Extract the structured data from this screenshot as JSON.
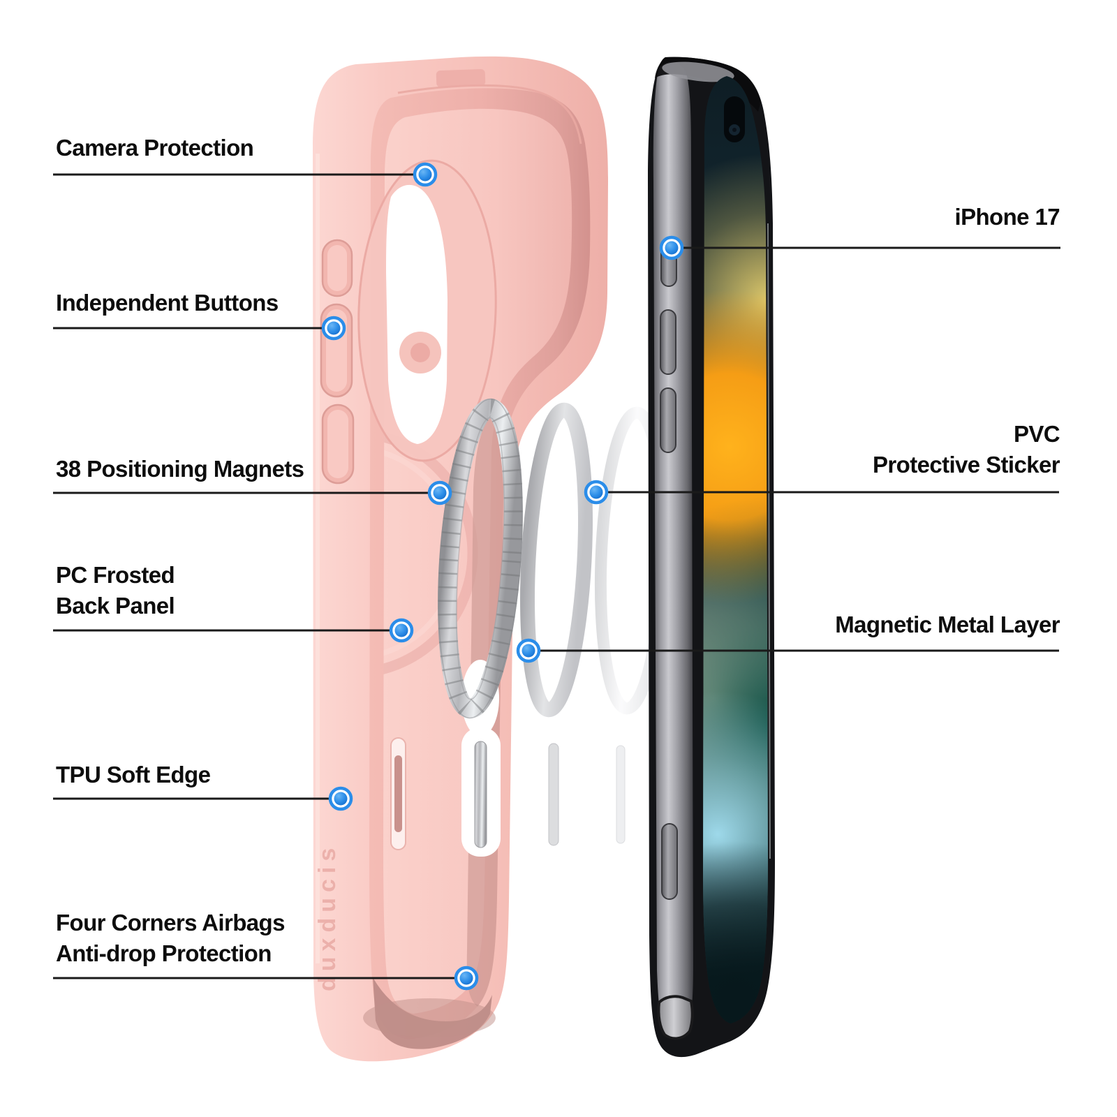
{
  "diagram": {
    "type": "product-feature-callout",
    "product": "MagSafe phone case with iPhone 17",
    "background": "#ffffff"
  },
  "colors": {
    "accent_blue": "#2b8de9",
    "callout_line": "#1a1a1a",
    "case_pink": "#f8c8c2",
    "phone_frame_gray": "#8e8e93",
    "magnet_ring_silver": "#c9cacd"
  },
  "case": {
    "brand_text": "duxducis"
  },
  "callouts": {
    "left": [
      {
        "id": "camera-protection",
        "lines": [
          "Camera Protection"
        ]
      },
      {
        "id": "independent-buttons",
        "lines": [
          "Independent Buttons"
        ]
      },
      {
        "id": "positioning-magnets",
        "lines": [
          "38 Positioning Magnets"
        ]
      },
      {
        "id": "pc-frosted-back-panel",
        "lines": [
          "PC Frosted",
          "Back Panel"
        ]
      },
      {
        "id": "tpu-soft-edge",
        "lines": [
          "TPU Soft Edge"
        ]
      },
      {
        "id": "four-corners-airbags",
        "lines": [
          "Four Corners Airbags",
          "Anti-drop Protection"
        ]
      }
    ],
    "right": [
      {
        "id": "iphone-17",
        "lines": [
          "iPhone 17"
        ]
      },
      {
        "id": "pvc-protective-sticker",
        "lines": [
          "PVC",
          "Protective Sticker"
        ]
      },
      {
        "id": "magnetic-metal-layer",
        "lines": [
          "Magnetic Metal Layer"
        ]
      }
    ]
  }
}
